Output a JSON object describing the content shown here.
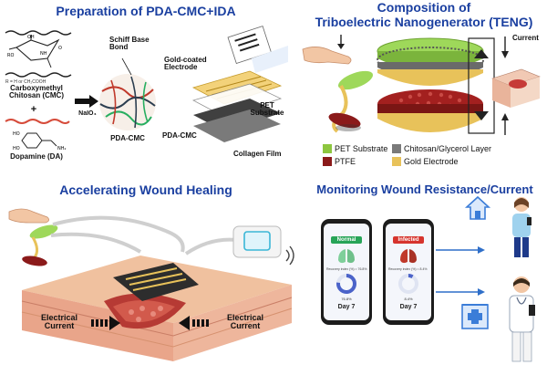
{
  "panels": {
    "preparation": {
      "title": "Preparation of PDA-CMC+IDA",
      "structure_sub": "R = H or CH₂COOH",
      "cmc_label": "Carboxymethyl Chitosan (CMC)",
      "plus": "+",
      "da_label": "Dopamine (DA)",
      "reagent": "NaIO₄",
      "schiff_label": "Schiff Base Bond",
      "pdacmc_label": "PDA-CMC",
      "electrode_label": "Gold-coated Electrode",
      "pet_label": "PET Substrate",
      "pdacmc_layer_label": "PDA-CMC",
      "collagen_label": "Collagen Film"
    },
    "teng": {
      "title_line1": "Composition of",
      "title_line2": "Triboelectric Nanogenerator (TENG)",
      "current_label": "Current",
      "legend": [
        {
          "label": "PET Substrate",
          "color": "#8dc63f"
        },
        {
          "label": "Chitosan/Glycerol Layer",
          "color": "#7a7a7a"
        },
        {
          "label": "PTFE",
          "color": "#8b1a1a"
        },
        {
          "label": "Gold Electrode",
          "color": "#e8c25a"
        }
      ]
    },
    "healing": {
      "title": "Accelerating Wound Healing",
      "current_left": "Electrical Current",
      "current_right": "Electrical Current"
    },
    "monitoring": {
      "title": "Monitoring Wound Resistance/Current",
      "phone_left": {
        "status": "Normal",
        "day": "Day 7",
        "index": "Recovery index (%) = 76.8%",
        "percent": "76.8%"
      },
      "phone_right": {
        "status": "Infected",
        "day": "Day 7",
        "index": "Recovery index (%) = 8.4%",
        "percent": "8.4%"
      }
    }
  }
}
